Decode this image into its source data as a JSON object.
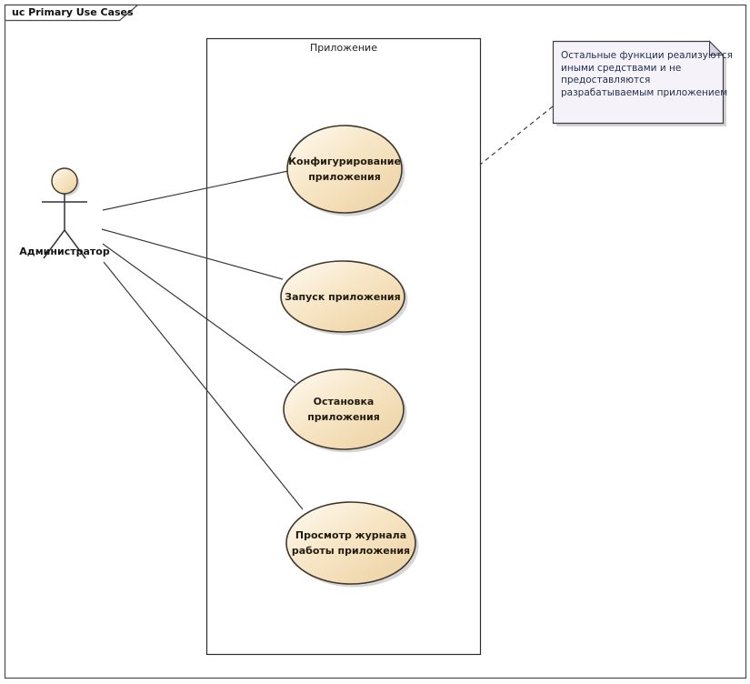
{
  "frame": {
    "title": "uc Primary Use Cases"
  },
  "boundary": {
    "label": "Приложение"
  },
  "actor": {
    "label": "Администратор"
  },
  "use_cases": [
    {
      "label": "Конфигурирование приложения"
    },
    {
      "label": "Запуск приложения"
    },
    {
      "label": "Остановка приложения"
    },
    {
      "label": "Просмотр журнала работы приложения"
    }
  ],
  "note": {
    "lines": [
      "Остальные функции реализуются",
      "иными средствами и не",
      "предоставляются",
      "разрабатываемым приложением"
    ]
  },
  "colors": {
    "use_case_fill_light": "#fdf9ee",
    "use_case_fill_dark": "#ecd0a0",
    "use_case_stroke": "#3f372b",
    "note_fill": "#f5f2fa",
    "note_fold": "#d9d3e6",
    "note_text": "#22304e",
    "shadow": "#c4c4c4",
    "connector": "#3a3a3a",
    "frame_stroke": "#4b4b4b"
  }
}
